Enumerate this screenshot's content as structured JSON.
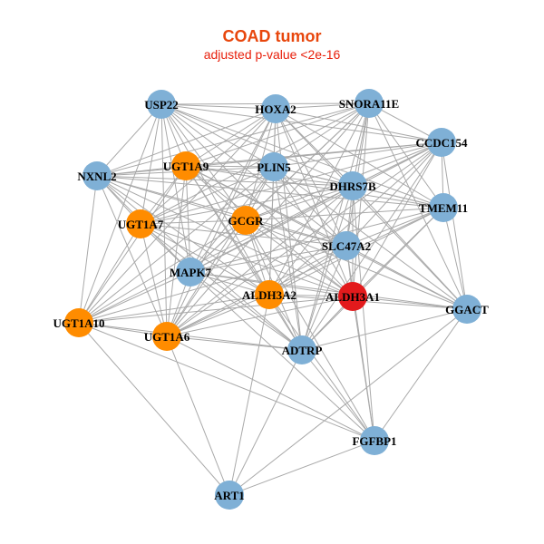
{
  "title": "COAD tumor",
  "subtitle": "adjusted p-value <2e-16",
  "colors": {
    "title": "#e8460c",
    "subtitle": "#e8200c",
    "edge": "#a9a9a9",
    "blue": "#7fb0d6",
    "orange": "#ff8c00",
    "red": "#e31a1c"
  },
  "nodes": [
    {
      "id": "USP22",
      "label": "USP22",
      "color": "blue"
    },
    {
      "id": "HOXA2",
      "label": "HOXA2",
      "color": "blue"
    },
    {
      "id": "SNORA11E",
      "label": "SNORA11E",
      "color": "blue"
    },
    {
      "id": "CCDC154",
      "label": "CCDC154",
      "color": "blue"
    },
    {
      "id": "NXNL2",
      "label": "NXNL2",
      "color": "blue"
    },
    {
      "id": "UGT1A9",
      "label": "UGT1A9",
      "color": "orange"
    },
    {
      "id": "PLIN5",
      "label": "PLIN5",
      "color": "blue"
    },
    {
      "id": "DHRS7B",
      "label": "DHRS7B",
      "color": "blue"
    },
    {
      "id": "TMEM11",
      "label": "TMEM11",
      "color": "blue"
    },
    {
      "id": "UGT1A7",
      "label": "UGT1A7",
      "color": "orange"
    },
    {
      "id": "GCGR",
      "label": "GCGR",
      "color": "orange"
    },
    {
      "id": "SLC47A2",
      "label": "SLC47A2",
      "color": "blue"
    },
    {
      "id": "MAPK7",
      "label": "MAPK7",
      "color": "blue"
    },
    {
      "id": "ALDH3A2",
      "label": "ALDH3A2",
      "color": "orange"
    },
    {
      "id": "ALDH3A1",
      "label": "ALDH3A1",
      "color": "red"
    },
    {
      "id": "GGACT",
      "label": "GGACT",
      "color": "blue"
    },
    {
      "id": "UGT1A10",
      "label": "UGT1A10",
      "color": "orange"
    },
    {
      "id": "UGT1A6",
      "label": "UGT1A6",
      "color": "orange"
    },
    {
      "id": "ADTRP",
      "label": "ADTRP",
      "color": "blue"
    },
    {
      "id": "FGFBP1",
      "label": "FGFBP1",
      "color": "blue"
    },
    {
      "id": "ART1",
      "label": "ART1",
      "color": "blue"
    }
  ],
  "edges": [
    [
      "USP22",
      "HOXA2"
    ],
    [
      "USP22",
      "SNORA11E"
    ],
    [
      "USP22",
      "CCDC154"
    ],
    [
      "USP22",
      "NXNL2"
    ],
    [
      "USP22",
      "UGT1A9"
    ],
    [
      "USP22",
      "PLIN5"
    ],
    [
      "USP22",
      "DHRS7B"
    ],
    [
      "USP22",
      "UGT1A7"
    ],
    [
      "USP22",
      "GCGR"
    ],
    [
      "USP22",
      "SLC47A2"
    ],
    [
      "USP22",
      "MAPK7"
    ],
    [
      "USP22",
      "ALDH3A2"
    ],
    [
      "USP22",
      "ALDH3A1"
    ],
    [
      "USP22",
      "UGT1A10"
    ],
    [
      "USP22",
      "UGT1A6"
    ],
    [
      "USP22",
      "TMEM11"
    ],
    [
      "HOXA2",
      "SNORA11E"
    ],
    [
      "HOXA2",
      "CCDC154"
    ],
    [
      "HOXA2",
      "NXNL2"
    ],
    [
      "HOXA2",
      "UGT1A9"
    ],
    [
      "HOXA2",
      "PLIN5"
    ],
    [
      "HOXA2",
      "DHRS7B"
    ],
    [
      "HOXA2",
      "UGT1A7"
    ],
    [
      "HOXA2",
      "GCGR"
    ],
    [
      "HOXA2",
      "SLC47A2"
    ],
    [
      "HOXA2",
      "MAPK7"
    ],
    [
      "HOXA2",
      "ALDH3A2"
    ],
    [
      "HOXA2",
      "ALDH3A1"
    ],
    [
      "HOXA2",
      "UGT1A10"
    ],
    [
      "HOXA2",
      "UGT1A6"
    ],
    [
      "HOXA2",
      "TMEM11"
    ],
    [
      "HOXA2",
      "GGACT"
    ],
    [
      "HOXA2",
      "ADTRP"
    ],
    [
      "SNORA11E",
      "CCDC154"
    ],
    [
      "SNORA11E",
      "NXNL2"
    ],
    [
      "SNORA11E",
      "UGT1A9"
    ],
    [
      "SNORA11E",
      "PLIN5"
    ],
    [
      "SNORA11E",
      "DHRS7B"
    ],
    [
      "SNORA11E",
      "TMEM11"
    ],
    [
      "SNORA11E",
      "GCGR"
    ],
    [
      "SNORA11E",
      "SLC47A2"
    ],
    [
      "SNORA11E",
      "MAPK7"
    ],
    [
      "SNORA11E",
      "ALDH3A2"
    ],
    [
      "SNORA11E",
      "ALDH3A1"
    ],
    [
      "SNORA11E",
      "GGACT"
    ],
    [
      "SNORA11E",
      "ADTRP"
    ],
    [
      "SNORA11E",
      "UGT1A6"
    ],
    [
      "SNORA11E",
      "UGT1A7"
    ],
    [
      "CCDC154",
      "NXNL2"
    ],
    [
      "CCDC154",
      "UGT1A9"
    ],
    [
      "CCDC154",
      "PLIN5"
    ],
    [
      "CCDC154",
      "DHRS7B"
    ],
    [
      "CCDC154",
      "TMEM11"
    ],
    [
      "CCDC154",
      "GCGR"
    ],
    [
      "CCDC154",
      "SLC47A2"
    ],
    [
      "CCDC154",
      "MAPK7"
    ],
    [
      "CCDC154",
      "ALDH3A2"
    ],
    [
      "CCDC154",
      "ALDH3A1"
    ],
    [
      "CCDC154",
      "GGACT"
    ],
    [
      "CCDC154",
      "ADTRP"
    ],
    [
      "CCDC154",
      "UGT1A7"
    ],
    [
      "CCDC154",
      "UGT1A6"
    ],
    [
      "NXNL2",
      "UGT1A9"
    ],
    [
      "NXNL2",
      "PLIN5"
    ],
    [
      "NXNL2",
      "DHRS7B"
    ],
    [
      "NXNL2",
      "UGT1A7"
    ],
    [
      "NXNL2",
      "GCGR"
    ],
    [
      "NXNL2",
      "SLC47A2"
    ],
    [
      "NXNL2",
      "MAPK7"
    ],
    [
      "NXNL2",
      "ALDH3A2"
    ],
    [
      "NXNL2",
      "UGT1A10"
    ],
    [
      "NXNL2",
      "UGT1A6"
    ],
    [
      "NXNL2",
      "ADTRP"
    ],
    [
      "NXNL2",
      "ALDH3A1"
    ],
    [
      "NXNL2",
      "TMEM11"
    ],
    [
      "UGT1A9",
      "PLIN5"
    ],
    [
      "UGT1A9",
      "DHRS7B"
    ],
    [
      "UGT1A9",
      "UGT1A7"
    ],
    [
      "UGT1A9",
      "GCGR"
    ],
    [
      "UGT1A9",
      "SLC47A2"
    ],
    [
      "UGT1A9",
      "MAPK7"
    ],
    [
      "UGT1A9",
      "ALDH3A2"
    ],
    [
      "UGT1A9",
      "ALDH3A1"
    ],
    [
      "UGT1A9",
      "UGT1A10"
    ],
    [
      "UGT1A9",
      "UGT1A6"
    ],
    [
      "UGT1A9",
      "ADTRP"
    ],
    [
      "UGT1A9",
      "TMEM11"
    ],
    [
      "UGT1A9",
      "GGACT"
    ],
    [
      "PLIN5",
      "DHRS7B"
    ],
    [
      "PLIN5",
      "TMEM11"
    ],
    [
      "PLIN5",
      "UGT1A7"
    ],
    [
      "PLIN5",
      "GCGR"
    ],
    [
      "PLIN5",
      "SLC47A2"
    ],
    [
      "PLIN5",
      "MAPK7"
    ],
    [
      "PLIN5",
      "ALDH3A2"
    ],
    [
      "PLIN5",
      "ALDH3A1"
    ],
    [
      "PLIN5",
      "UGT1A10"
    ],
    [
      "PLIN5",
      "UGT1A6"
    ],
    [
      "PLIN5",
      "ADTRP"
    ],
    [
      "PLIN5",
      "GGACT"
    ],
    [
      "DHRS7B",
      "TMEM11"
    ],
    [
      "DHRS7B",
      "UGT1A7"
    ],
    [
      "DHRS7B",
      "GCGR"
    ],
    [
      "DHRS7B",
      "SLC47A2"
    ],
    [
      "DHRS7B",
      "MAPK7"
    ],
    [
      "DHRS7B",
      "ALDH3A2"
    ],
    [
      "DHRS7B",
      "ALDH3A1"
    ],
    [
      "DHRS7B",
      "GGACT"
    ],
    [
      "DHRS7B",
      "UGT1A10"
    ],
    [
      "DHRS7B",
      "UGT1A6"
    ],
    [
      "DHRS7B",
      "ADTRP"
    ],
    [
      "DHRS7B",
      "FGFBP1"
    ],
    [
      "TMEM11",
      "GCGR"
    ],
    [
      "TMEM11",
      "SLC47A2"
    ],
    [
      "TMEM11",
      "MAPK7"
    ],
    [
      "TMEM11",
      "ALDH3A2"
    ],
    [
      "TMEM11",
      "ALDH3A1"
    ],
    [
      "TMEM11",
      "GGACT"
    ],
    [
      "TMEM11",
      "ADTRP"
    ],
    [
      "TMEM11",
      "UGT1A6"
    ],
    [
      "UGT1A7",
      "GCGR"
    ],
    [
      "UGT1A7",
      "SLC47A2"
    ],
    [
      "UGT1A7",
      "MAPK7"
    ],
    [
      "UGT1A7",
      "ALDH3A2"
    ],
    [
      "UGT1A7",
      "ALDH3A1"
    ],
    [
      "UGT1A7",
      "UGT1A10"
    ],
    [
      "UGT1A7",
      "UGT1A6"
    ],
    [
      "UGT1A7",
      "ADTRP"
    ],
    [
      "GCGR",
      "SLC47A2"
    ],
    [
      "GCGR",
      "MAPK7"
    ],
    [
      "GCGR",
      "ALDH3A2"
    ],
    [
      "GCGR",
      "ALDH3A1"
    ],
    [
      "GCGR",
      "UGT1A10"
    ],
    [
      "GCGR",
      "UGT1A6"
    ],
    [
      "GCGR",
      "ADTRP"
    ],
    [
      "GCGR",
      "GGACT"
    ],
    [
      "GCGR",
      "FGFBP1"
    ],
    [
      "SLC47A2",
      "MAPK7"
    ],
    [
      "SLC47A2",
      "ALDH3A2"
    ],
    [
      "SLC47A2",
      "ALDH3A1"
    ],
    [
      "SLC47A2",
      "GGACT"
    ],
    [
      "SLC47A2",
      "UGT1A10"
    ],
    [
      "SLC47A2",
      "UGT1A6"
    ],
    [
      "SLC47A2",
      "ADTRP"
    ],
    [
      "SLC47A2",
      "FGFBP1"
    ],
    [
      "MAPK7",
      "ALDH3A2"
    ],
    [
      "MAPK7",
      "ALDH3A1"
    ],
    [
      "MAPK7",
      "UGT1A10"
    ],
    [
      "MAPK7",
      "UGT1A6"
    ],
    [
      "MAPK7",
      "ADTRP"
    ],
    [
      "MAPK7",
      "GGACT"
    ],
    [
      "MAPK7",
      "FGFBP1"
    ],
    [
      "ALDH3A2",
      "ALDH3A1"
    ],
    [
      "ALDH3A2",
      "UGT1A10"
    ],
    [
      "ALDH3A2",
      "UGT1A6"
    ],
    [
      "ALDH3A2",
      "ADTRP"
    ],
    [
      "ALDH3A2",
      "GGACT"
    ],
    [
      "ALDH3A2",
      "FGFBP1"
    ],
    [
      "ALDH3A2",
      "ART1"
    ],
    [
      "ALDH3A1",
      "GGACT"
    ],
    [
      "ALDH3A1",
      "ADTRP"
    ],
    [
      "ALDH3A1",
      "UGT1A6"
    ],
    [
      "ALDH3A1",
      "FGFBP1"
    ],
    [
      "ALDH3A1",
      "UGT1A10"
    ],
    [
      "GGACT",
      "ADTRP"
    ],
    [
      "GGACT",
      "FGFBP1"
    ],
    [
      "GGACT",
      "ART1"
    ],
    [
      "UGT1A10",
      "UGT1A6"
    ],
    [
      "UGT1A10",
      "ADTRP"
    ],
    [
      "UGT1A10",
      "FGFBP1"
    ],
    [
      "UGT1A10",
      "ART1"
    ],
    [
      "UGT1A6",
      "ADTRP"
    ],
    [
      "UGT1A6",
      "FGFBP1"
    ],
    [
      "UGT1A6",
      "ART1"
    ],
    [
      "ADTRP",
      "FGFBP1"
    ],
    [
      "ADTRP",
      "ART1"
    ],
    [
      "FGFBP1",
      "ART1"
    ]
  ]
}
